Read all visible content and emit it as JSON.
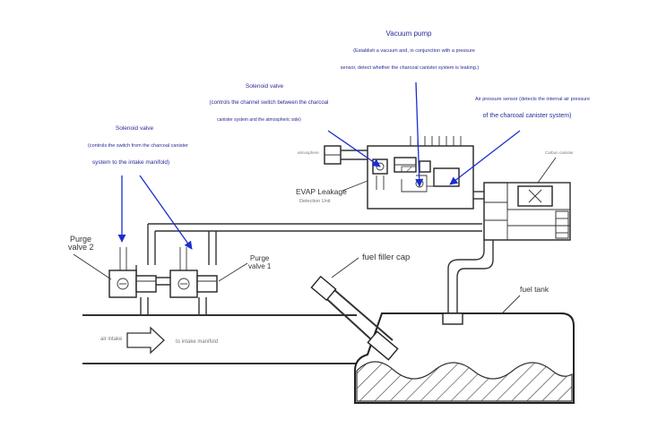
{
  "labels": {
    "vacuum_pump_title": "Vacuum pump",
    "vacuum_pump_desc_1": "(Establish a vacuum and, in conjunction with a pressure",
    "vacuum_pump_desc_2": "sensor, detect whether the charcoal canister system is leaking.)",
    "solenoid_top_title": "Solenoid valve",
    "solenoid_top_desc_1": "(controls the channel switch between the charcoal",
    "solenoid_top_desc_2": "canister system and the atmospheric side)",
    "air_sensor_1": "Air pressure sensor (detects the internal air pressure",
    "air_sensor_2": "of the charcoal canister system)",
    "solenoid_left_title": "Solenoid valve",
    "solenoid_left_desc_1": "(controls the switch from the charcoal canister",
    "solenoid_left_desc_2": "system to the intake manifold)",
    "atmosphere": "atmosphere",
    "carbon_canister": "Carbon canister",
    "evap_1": "EVAP Leakage",
    "evap_2": "Detection Unit",
    "purge2_1": "Purge",
    "purge2_2": "valve 2",
    "purge1_1": "Purge",
    "purge1_2": "valve 1",
    "fuel_filler_cap": "fuel filler cap",
    "fuel_tank": "fuel tank",
    "air_intake": "air intake",
    "to_intake_manifold": "to intake manifold"
  },
  "colors": {
    "annotation_text": "#2a2a9a",
    "annotation_arrow": "#1a2fd0",
    "line": "#333333"
  }
}
